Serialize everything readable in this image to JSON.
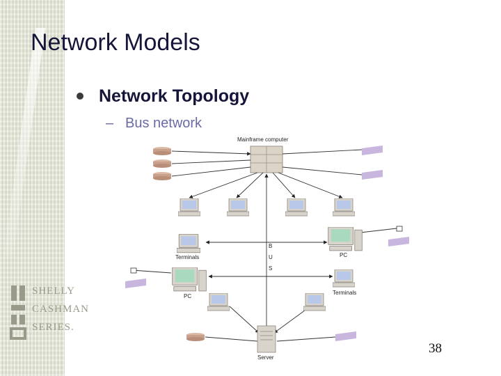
{
  "slide": {
    "title": "Network Models",
    "bullet": "Network Topology",
    "sub_dash": "–",
    "sub_bullet": "Bus network",
    "page_number": "38"
  },
  "logo": {
    "line1": "SHELLY",
    "line2": "CASHMAN",
    "line3": "SERIES."
  },
  "diagram": {
    "mainframe_label": "Mainframe computer",
    "terminals_label_left": "Terminals",
    "terminals_label_right": "Terminals",
    "pc_label_left": "PC",
    "pc_label_right": "PC",
    "server_label": "Server",
    "bus_letters": [
      "B",
      "U",
      "S"
    ]
  },
  "colors": {
    "title": "#15153a",
    "sub_bullet": "#6a6aa8",
    "sidebar": "#e1e3d2",
    "printer_paper": "#c9b6df"
  }
}
